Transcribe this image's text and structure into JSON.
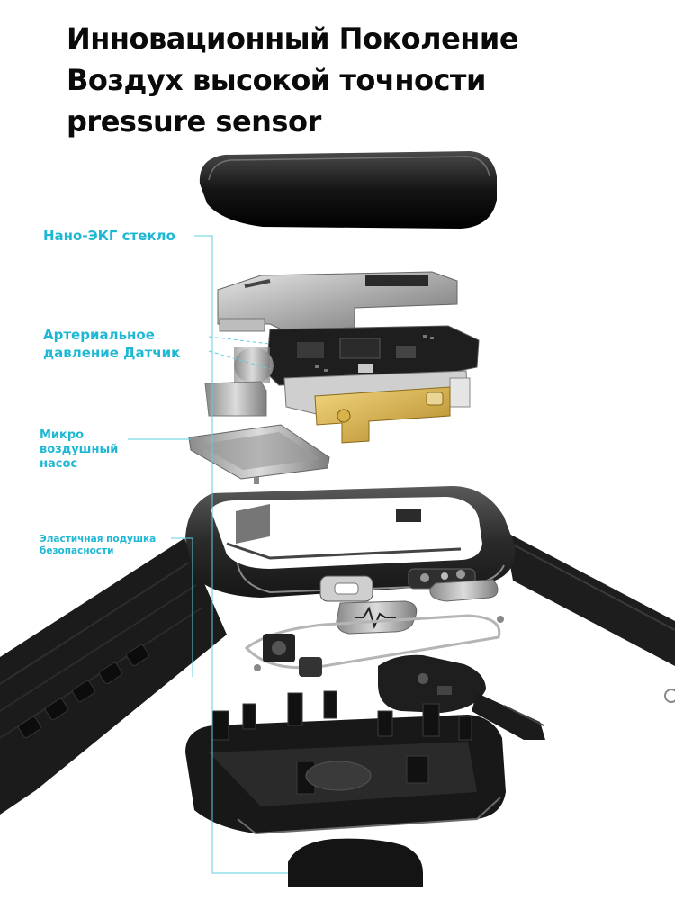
{
  "headline": {
    "line1": "Инновационный Поколение",
    "line2": "Воздух высокой точности",
    "line3": "pressure sensor"
  },
  "callouts": {
    "glass": "Нано-ЭКГ стекло",
    "sensor_line1": "Артериальное",
    "sensor_line2": "давление Датчик",
    "pump_line1": "Микро",
    "pump_line2": "воздушный",
    "pump_line3": "насос",
    "cushion_line1": "Эластичная подушка",
    "cushion_line2": "безопасности"
  },
  "colors": {
    "callout_text": "#1fb8d4",
    "leader_line": "#5fcde0",
    "headline_text": "#0a0a0a"
  },
  "icons": [
    "heart-rate-wave-icon"
  ]
}
